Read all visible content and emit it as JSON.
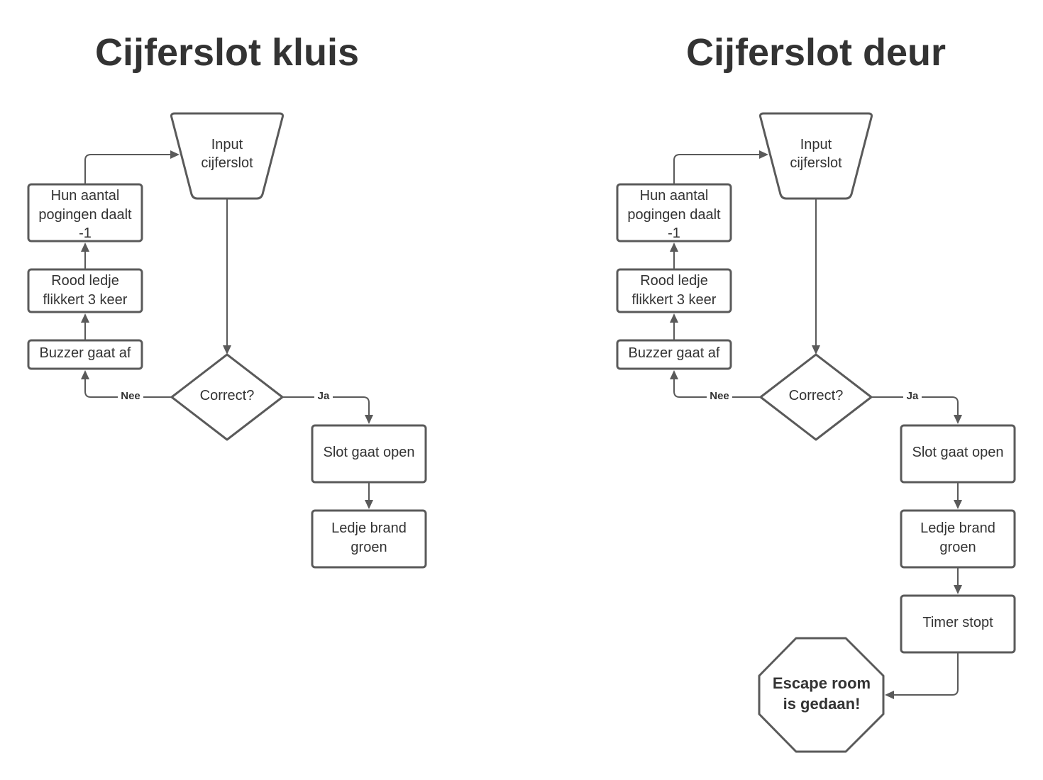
{
  "flowcharts": [
    {
      "title": "Cijferslot kluis",
      "nodes": {
        "input": [
          "Input",
          "cijferslot"
        ],
        "decision": [
          "Correct?"
        ],
        "attempts": [
          "Hun aantal",
          "pogingen daalt",
          "-1"
        ],
        "led_red": [
          "Rood ledje",
          "flikkert 3 keer"
        ],
        "buzzer": [
          "Buzzer gaat af"
        ],
        "open": [
          "Slot gaat open"
        ],
        "led_green": [
          "Ledje brand",
          "groen"
        ]
      },
      "edge_labels": {
        "no": "Nee",
        "yes": "Ja"
      }
    },
    {
      "title": "Cijferslot deur",
      "nodes": {
        "input": [
          "Input",
          "cijferslot"
        ],
        "decision": [
          "Correct?"
        ],
        "attempts": [
          "Hun aantal",
          "pogingen daalt",
          "-1"
        ],
        "led_red": [
          "Rood ledje",
          "flikkert 3 keer"
        ],
        "buzzer": [
          "Buzzer gaat af"
        ],
        "open": [
          "Slot gaat open"
        ],
        "led_green": [
          "Ledje brand",
          "groen"
        ],
        "timer": [
          "Timer stopt"
        ],
        "end": [
          "Escape room",
          "is gedaan!"
        ]
      },
      "edge_labels": {
        "no": "Nee",
        "yes": "Ja"
      }
    }
  ]
}
